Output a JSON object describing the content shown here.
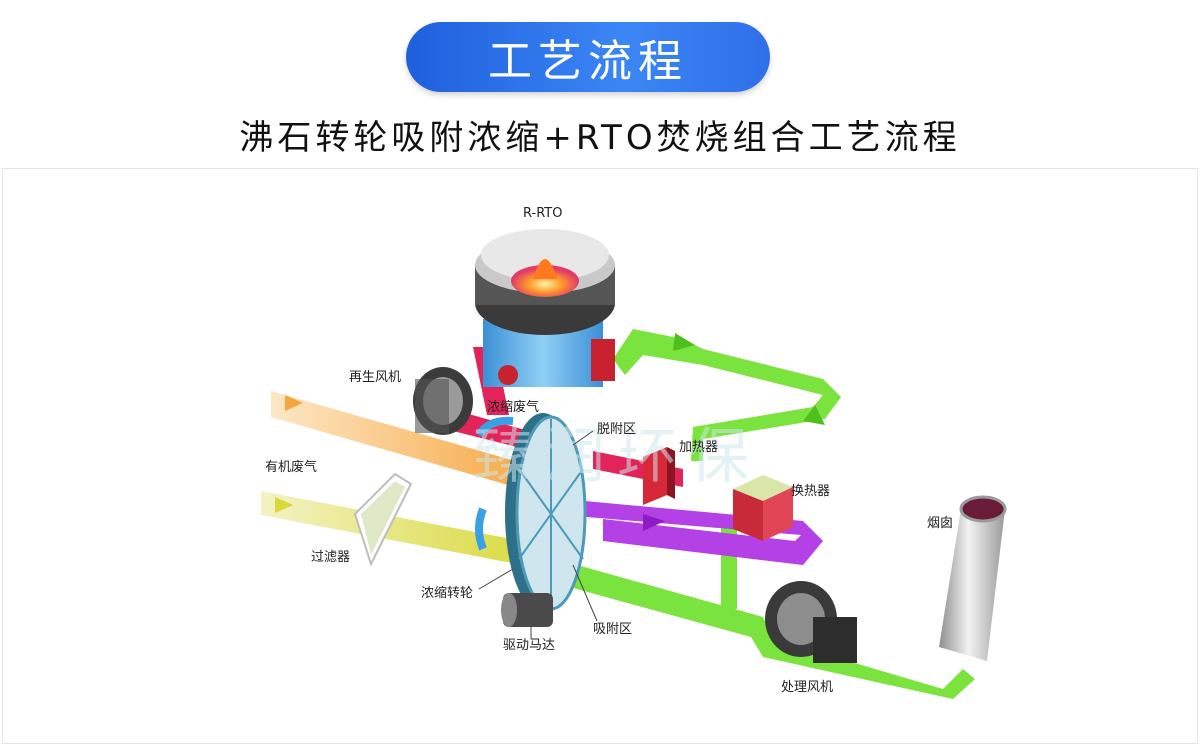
{
  "header": {
    "title": "工艺流程",
    "subtitle": "沸石转轮吸附浓缩+RTO焚烧组合工艺流程"
  },
  "diagram": {
    "labels": {
      "rrto": "R-RTO",
      "regen_fan": "再生风机",
      "concentrated_gas": "浓缩废气",
      "desorption_zone": "脱附区",
      "heater": "加热器",
      "heat_exchanger": "换热器",
      "organic_gas": "有机废气",
      "filter": "过滤器",
      "concentrator_wheel": "浓缩转轮",
      "drive_motor": "驱动马达",
      "adsorption_zone": "吸附区",
      "chimney": "烟囱",
      "process_fan": "处理风机"
    },
    "watermark": "臻润环保",
    "colors": {
      "orange": "#f7b55a",
      "yellow": "#e8e24a",
      "red": "#e2245a",
      "green": "#7be33e",
      "purple": "#b341e6",
      "blue": "#3a9fe3",
      "wheel": "#4d9ab8"
    }
  }
}
